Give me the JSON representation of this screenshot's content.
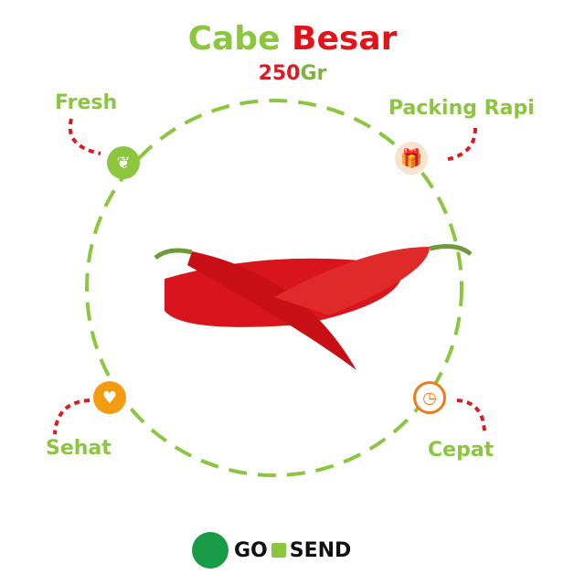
{
  "title": {
    "word1": "Cabe",
    "word2": "Besar"
  },
  "weight": {
    "number": "250",
    "unit": "Gr"
  },
  "features": [
    {
      "label": "Fresh",
      "icon": "leaf-icon"
    },
    {
      "label": "Packing Rapi",
      "icon": "gift-icon"
    },
    {
      "label": "Sehat",
      "icon": "health-icon"
    },
    {
      "label": "Cepat",
      "icon": "clock-icon"
    }
  ],
  "delivery": {
    "go": "GO",
    "send": "SEND"
  },
  "colors": {
    "green": "#8cc63f",
    "red": "#e0151b",
    "orange": "#f39c12",
    "gosend_green": "#1a9b48"
  }
}
